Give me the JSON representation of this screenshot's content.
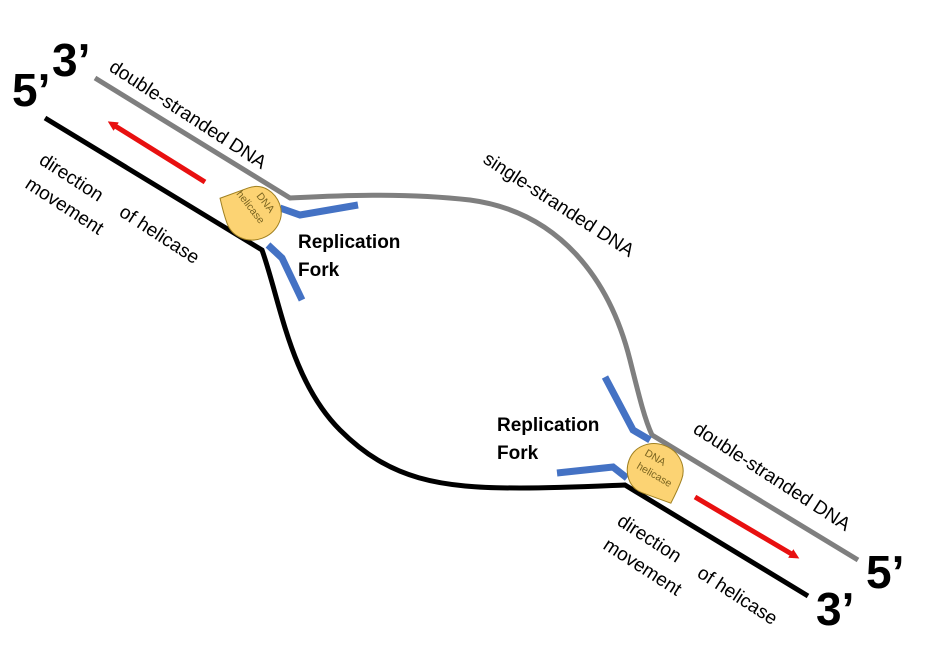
{
  "diagram": {
    "title": "DNA replication bubble with helicase",
    "colors": {
      "template_strand_top": "#7f7f7f",
      "template_strand_bottom": "#000000",
      "replication_fork": "#4472c4",
      "direction_arrow": "#e81010",
      "helicase_fill": "#fcd373",
      "helicase_stroke": "#a08020"
    },
    "left": {
      "top_end_label": "3’",
      "bottom_end_label": "5’",
      "double_strand_label": "double-stranded DNA",
      "direction_label_line1": "direction",
      "direction_label_line2": "of helicase",
      "direction_label_line3": "movement",
      "helicase_line1": "DNA",
      "helicase_line2": "helicase",
      "fork_label_line1": "Replication",
      "fork_label_line2": "Fork"
    },
    "middle": {
      "single_strand_label": "single-stranded DNA"
    },
    "right": {
      "top_end_label": "5’",
      "bottom_end_label": "3’",
      "double_strand_label": "double-stranded DNA",
      "direction_label_line1": "direction",
      "direction_label_line2": "of helicase",
      "direction_label_line3": "movement",
      "helicase_line1": "DNA",
      "helicase_line2": "helicase",
      "fork_label_line1": "Replication",
      "fork_label_line2": "Fork"
    }
  }
}
